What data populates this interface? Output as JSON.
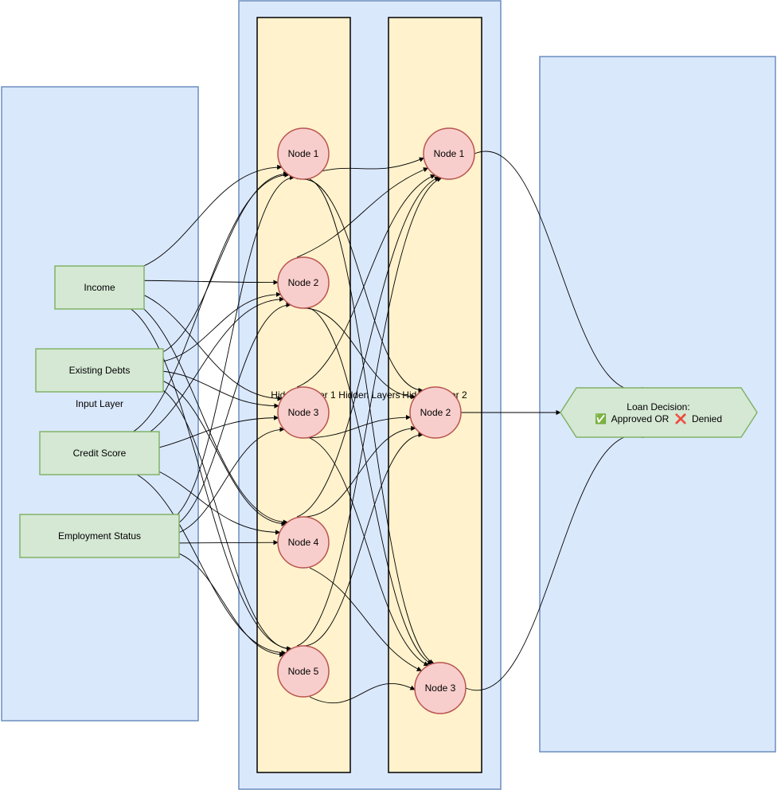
{
  "groups": {
    "input": {
      "label": "Input Layer"
    },
    "hidden": {
      "label": "Hidden Layers"
    },
    "hidden1": {
      "label": "Hidden Layer 1"
    },
    "hidden2": {
      "label": "Hidden Layer 2"
    }
  },
  "inputs": [
    {
      "label": "Income"
    },
    {
      "label": "Existing Debts"
    },
    {
      "label": "Credit Score"
    },
    {
      "label": "Employment Status"
    }
  ],
  "hidden1": [
    {
      "label": "Node 1"
    },
    {
      "label": "Node 2"
    },
    {
      "label": "Node 3"
    },
    {
      "label": "Node 4"
    },
    {
      "label": "Node 5"
    }
  ],
  "hidden2": [
    {
      "label": "Node 1"
    },
    {
      "label": "Node 2"
    },
    {
      "label": "Node 3"
    }
  ],
  "output": {
    "line1": "Loan Decision:",
    "approved_icon": "✅",
    "approved_text": "Approved OR",
    "denied_icon": "❌",
    "denied_text": "Denied"
  },
  "colors": {
    "container_fill": "#dae8fc",
    "container_stroke": "#6c8ebf",
    "layer_fill": "#fff2cc",
    "input_fill": "#d5e8d4",
    "input_stroke": "#82b366",
    "node_fill": "#f8cecc",
    "node_stroke": "#b85450",
    "edge": "#000000"
  }
}
